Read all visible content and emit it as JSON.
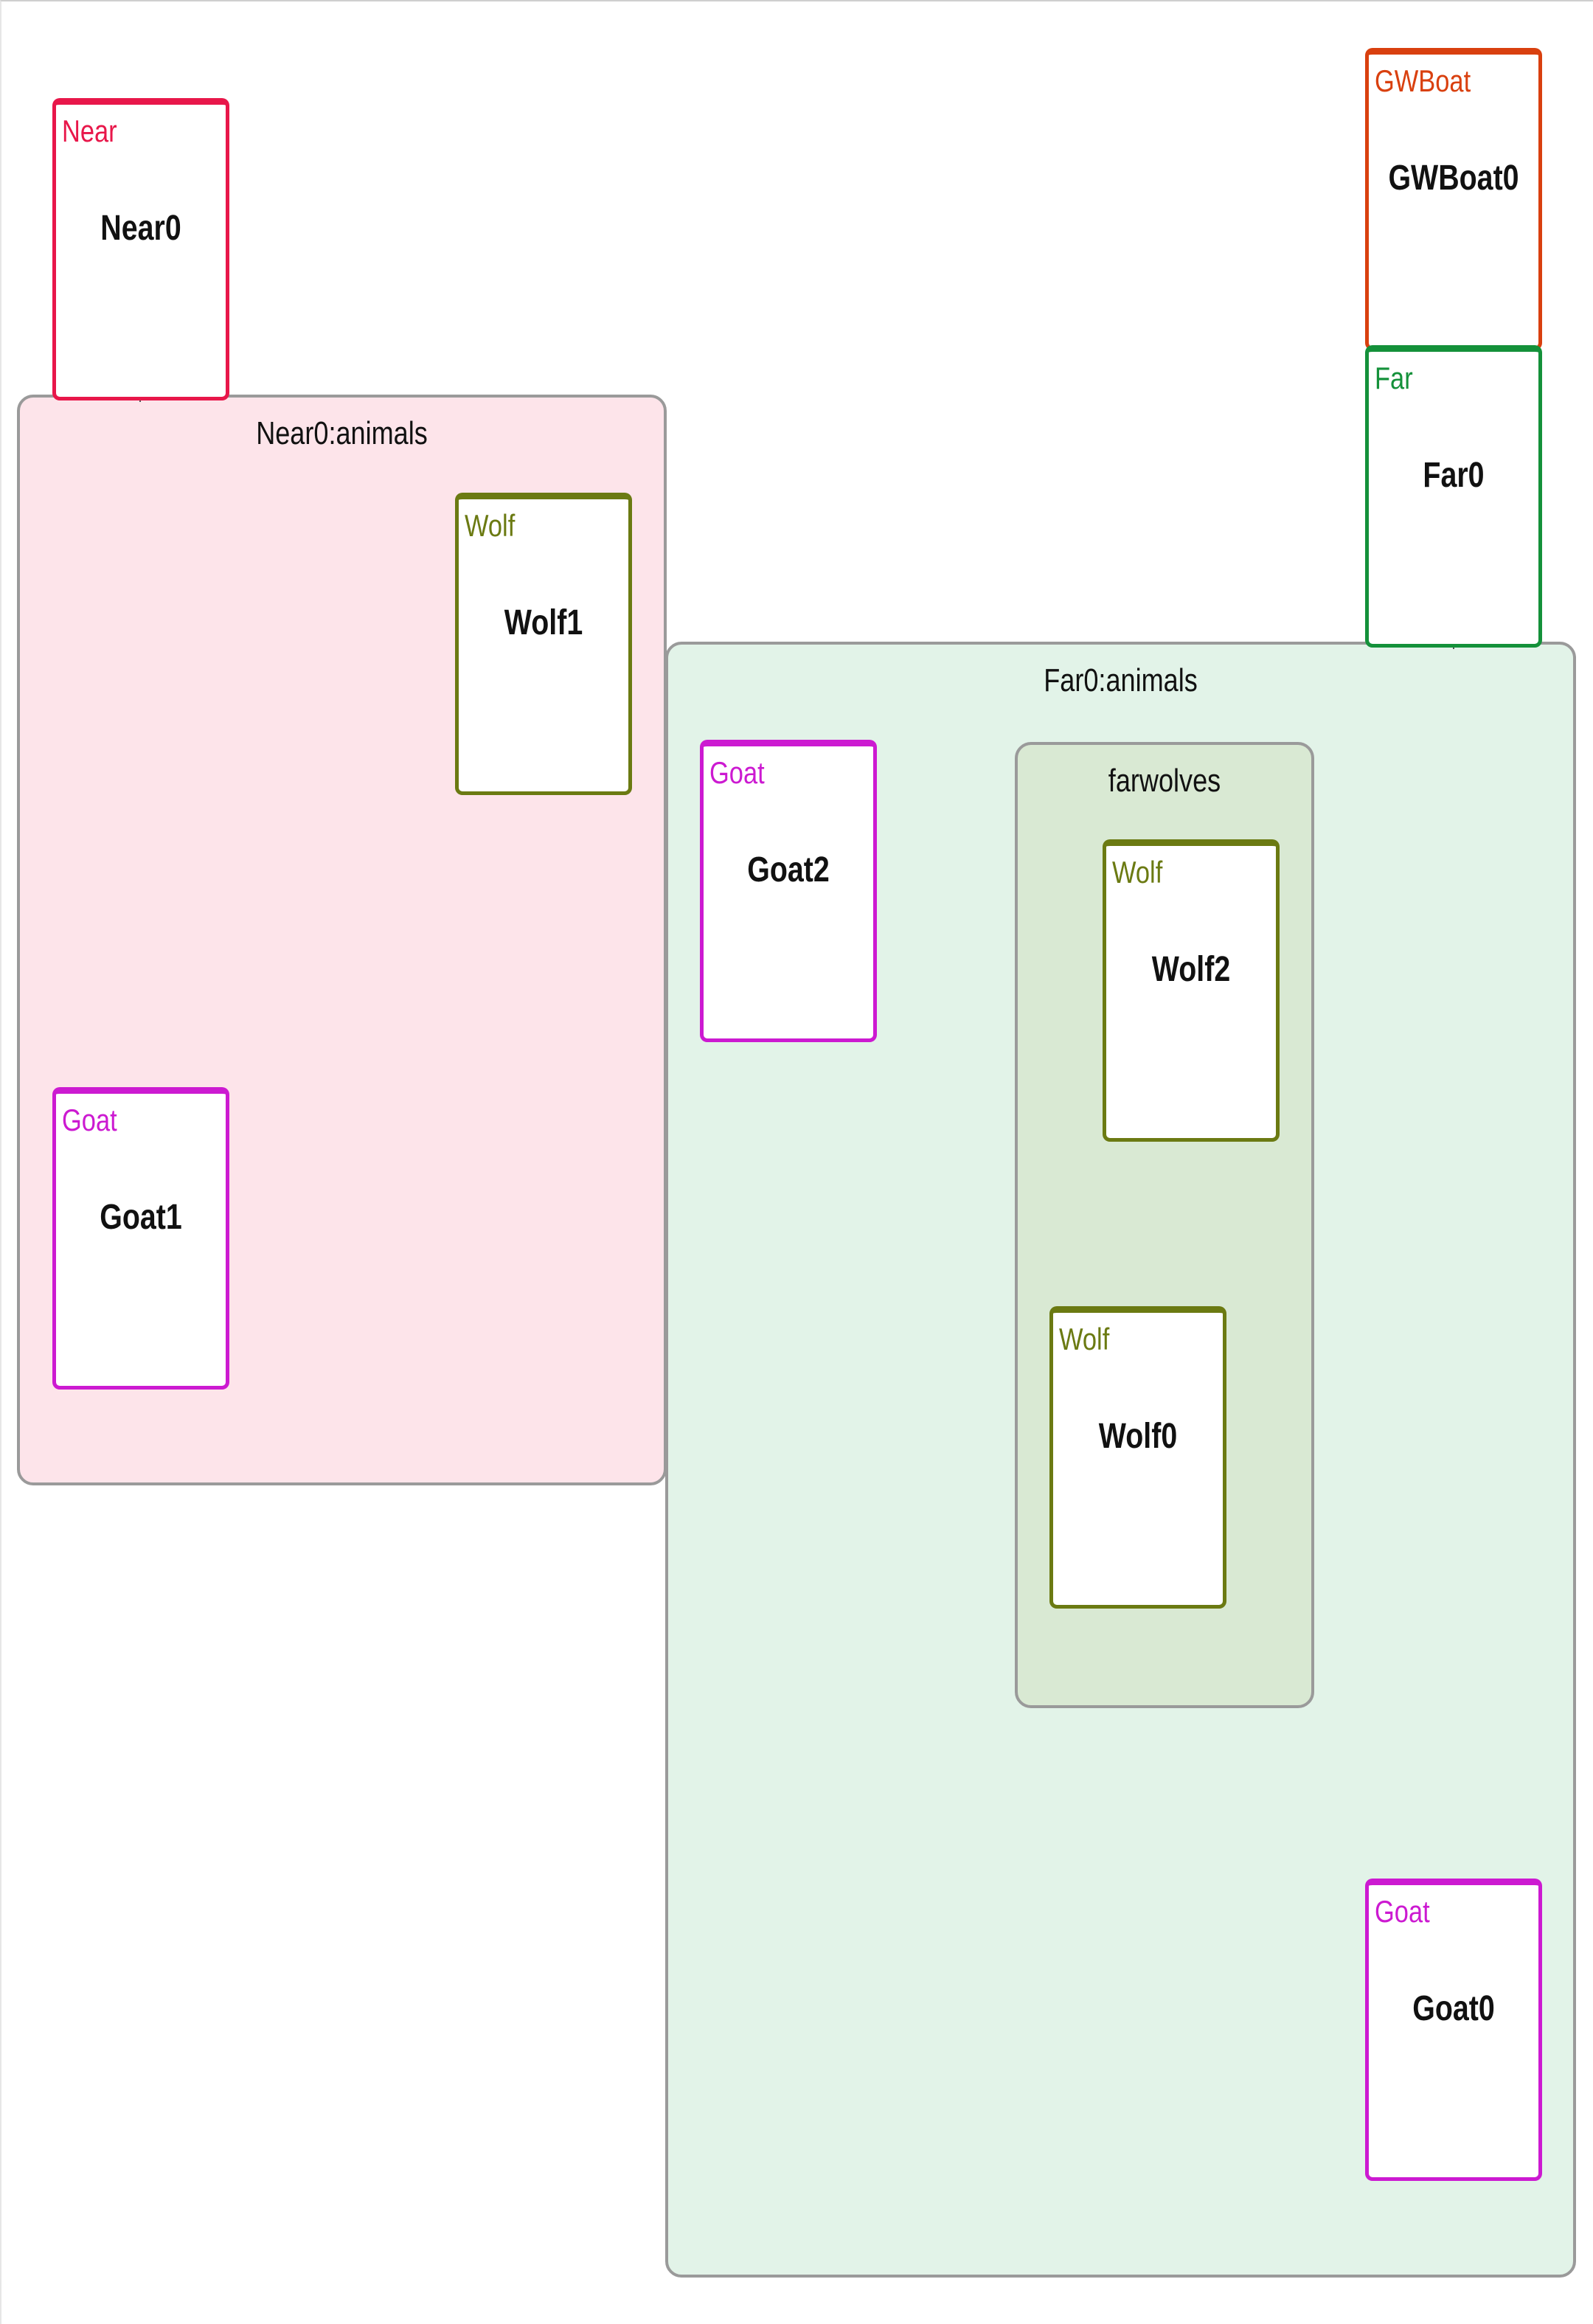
{
  "groups": {
    "near_animals": {
      "label": "Near0:animals"
    },
    "far_animals": {
      "label": "Far0:animals"
    },
    "farwolves": {
      "label": "farwolves"
    }
  },
  "nodes": {
    "near0": {
      "type": "Near",
      "name": "Near0",
      "color": "#e8174a"
    },
    "gwboat0": {
      "type": "GWBoat",
      "name": "GWBoat0",
      "color": "#d9400f"
    },
    "far0": {
      "type": "Far",
      "name": "Far0",
      "color": "#14913a"
    },
    "wolf1": {
      "type": "Wolf",
      "name": "Wolf1",
      "color": "#6b7a12"
    },
    "goat1": {
      "type": "Goat",
      "name": "Goat1",
      "color": "#cc1ad1"
    },
    "goat2": {
      "type": "Goat",
      "name": "Goat2",
      "color": "#cc1ad1"
    },
    "wolf2": {
      "type": "Wolf",
      "name": "Wolf2",
      "color": "#6b7a12"
    },
    "wolf0": {
      "type": "Wolf",
      "name": "Wolf0",
      "color": "#6b7a12"
    },
    "goat0": {
      "type": "Goat",
      "name": "Goat0",
      "color": "#cc1ad1"
    }
  },
  "group_colors": {
    "near_animals": "#fde4ea",
    "far_animals": "#e2f3e8",
    "farwolves": "#d9e9d3"
  }
}
